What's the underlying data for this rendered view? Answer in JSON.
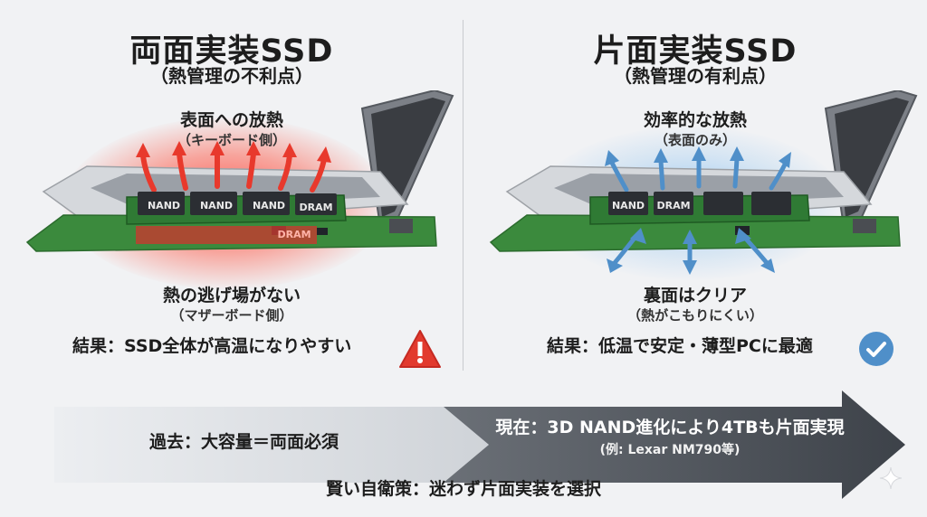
{
  "left": {
    "title": "両面実装SSD",
    "subtitle": "（熱管理の不利点）",
    "top_label": "表面への放熱",
    "top_sub": "（キーボード側）",
    "bottom_label": "熱の逃げ場がない",
    "bottom_sub": "（マザーボード側）",
    "result": "結果：SSD全体が高温になりやすい",
    "chips": [
      "NAND",
      "NAND",
      "NAND",
      "DRAM"
    ],
    "under_chip": "DRAM",
    "icon": "warning-triangle-icon",
    "accent": "#e8392c"
  },
  "right": {
    "title": "片面実装SSD",
    "subtitle": "（熱管理の有利点）",
    "top_label": "効率的な放熱",
    "top_sub": "（表面のみ）",
    "bottom_label": "裏面はクリア",
    "bottom_sub": "（熱がこもりにくい）",
    "result": "結果：低温で安定・薄型PCに最適",
    "chips": [
      "NAND",
      "DRAM"
    ],
    "icon": "checkmark-circle-icon",
    "accent": "#4f8fc9"
  },
  "timeline": {
    "past": "過去：大容量＝両面必須",
    "present": "現在：3D NAND進化により4TBも片面実現",
    "present_example": "(例: Lexar NM790等)"
  },
  "conclusion": "賢い自衛策：迷わず片面実装を選択"
}
